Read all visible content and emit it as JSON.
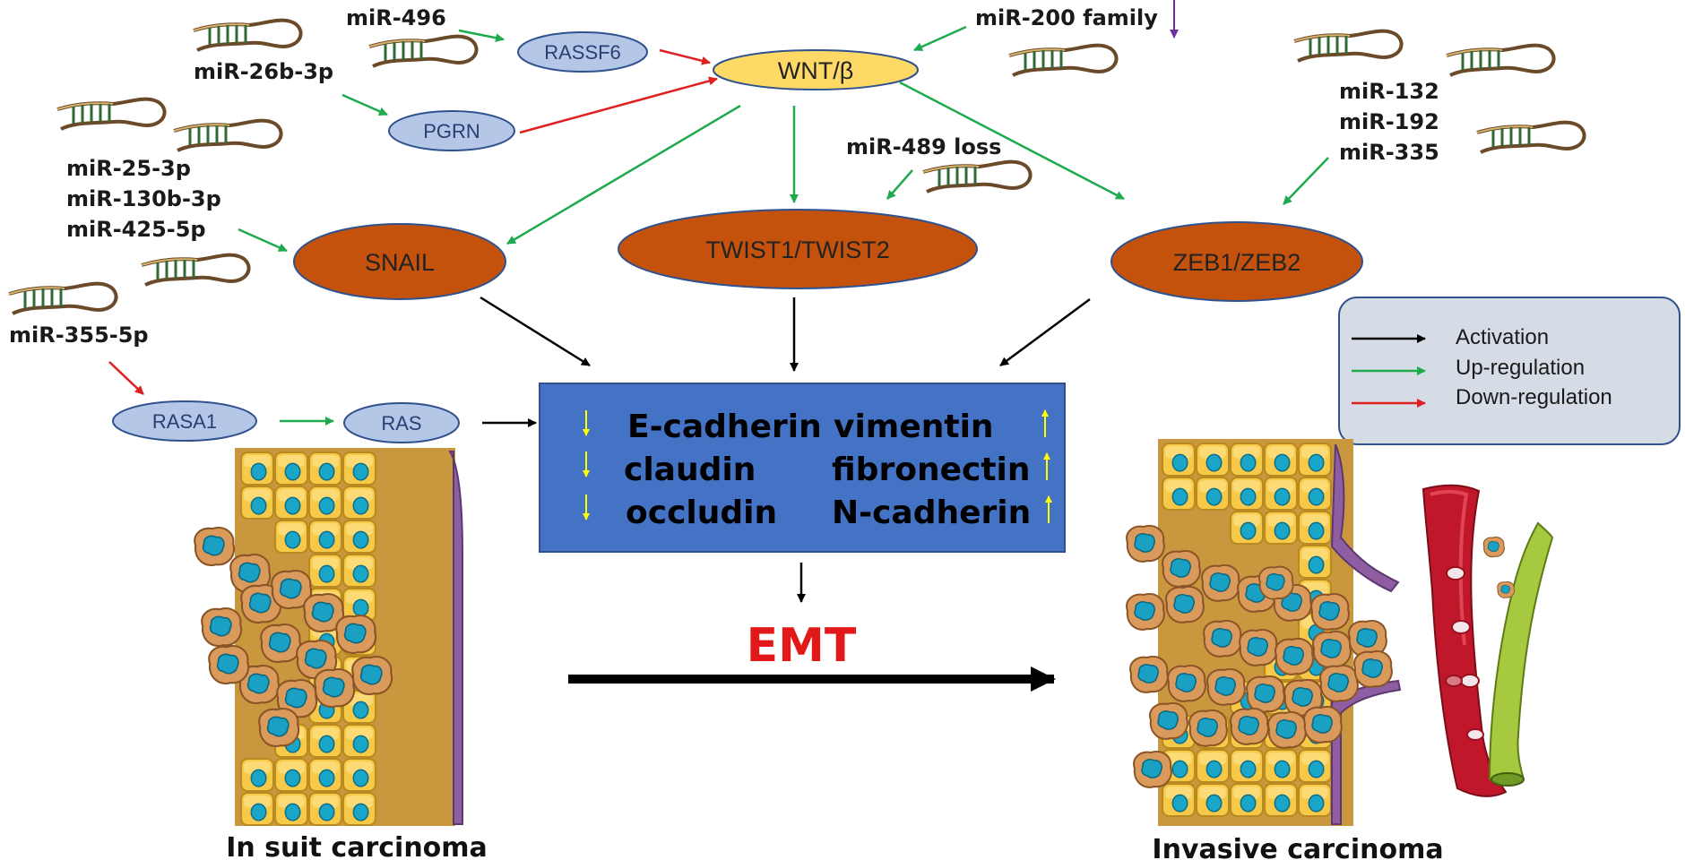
{
  "mirnas": {
    "mir496": "miR-496",
    "mir26b": "miR-26b-3p",
    "mir200": "miR-200 family",
    "mir132": "miR-132",
    "mir192": "miR-192",
    "mir335": "miR-335",
    "mir25": "miR-25-3p",
    "mir130b": "miR-130b-3p",
    "mir425": "miR-425-5p",
    "mir489": "miR-489 loss",
    "mir355": "miR-355-5p"
  },
  "nodes": {
    "rassf6": "RASSF6",
    "pgrn": "PGRN",
    "wnt": "WNT/β",
    "snail": "SNAIL",
    "twist": "TWIST1/TWIST2",
    "zeb": "ZEB1/ZEB2",
    "rasa1": "RASA1",
    "ras": "RAS"
  },
  "markers": {
    "down": [
      "E-cadherin",
      "claudin",
      "occludin"
    ],
    "up": [
      "vimentin",
      "fibronectin",
      "N-cadherin"
    ]
  },
  "legend": {
    "activation": "Activation",
    "up_regulation": "Up-regulation",
    "down_regulation": "Down-regulation"
  },
  "emt_label": "EMT",
  "captions": {
    "left": "In suit carcinoma",
    "right": "Invasive carcinoma"
  },
  "colors": {
    "activation": "#000000",
    "up_regulation": "#1faa4e",
    "down_regulation": "#e02020",
    "tf_node": "#c5520c",
    "small_node": "#b4c7e7",
    "wnt_node": "#ffd966",
    "marker_box": "#4472c4",
    "marker_arrow": "#ffff00",
    "legend_box": "#d6dce5",
    "emt_text": "#e31919"
  }
}
